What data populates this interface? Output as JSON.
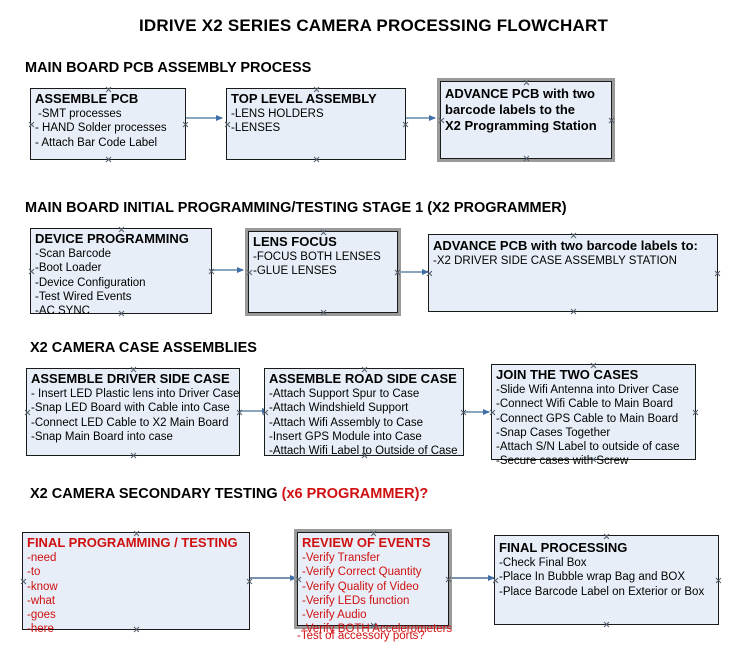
{
  "title": "IDRIVE X2  SERIES CAMERA PROCESSING FLOWCHART",
  "colors": {
    "box_fill": "#e8eef7",
    "box_border": "#1a1a1a",
    "selected_border": "#9a9a9a",
    "connector": "#5f7f9e",
    "accent_red": "#d01010",
    "text": "#000000",
    "background": "#ffffff"
  },
  "sections": [
    {
      "id": "main-board-pcb-assembly-process",
      "heading": "MAIN BOARD PCB ASSEMBLY PROCESS",
      "heading_accent": "",
      "boxes": [
        {
          "id": "assemble-pcb",
          "header": "ASSEMBLE PCB",
          "lines": [
            "-SMT processes",
            "- HAND Solder processes",
            "- Attach Bar Code Label"
          ],
          "color": "black",
          "selected": false
        },
        {
          "id": "top-level-assembly",
          "header": "TOP LEVEL ASSEMBLY",
          "lines": [
            "-LENS HOLDERS",
            "-LENSES"
          ],
          "color": "black",
          "selected": false
        },
        {
          "id": "advance-pcb-to-x2-programming-station",
          "header": "ADVANCE PCB with two",
          "header_lines": [
            "ADVANCE PCB with two",
            "barcode labels to the",
            " X2 Programming Station"
          ],
          "lines": [],
          "color": "black",
          "selected": true
        }
      ]
    },
    {
      "id": "main-board-initial-programming",
      "heading": "MAIN BOARD INITIAL PROGRAMMING/TESTING STAGE 1 (X2 PROGRAMMER)",
      "heading_accent": "",
      "boxes": [
        {
          "id": "device-programming",
          "header": "DEVICE PROGRAMMING",
          "lines": [
            "-Scan Barcode",
            "-Boot Loader",
            "-Device Configuration",
            "-Test Wired Events",
            "-AC SYNC"
          ],
          "color": "black",
          "selected": false
        },
        {
          "id": "lens-focus",
          "header": "LENS FOCUS",
          "lines": [
            "-FOCUS BOTH LENSES",
            "-GLUE LENSES"
          ],
          "color": "black",
          "selected": true
        },
        {
          "id": "advance-pcb-to-driver-side-case-station",
          "header": "ADVANCE PCB with two barcode labels to:",
          "lines": [
            "-X2 DRIVER  SIDE  CASE  ASSEMBLY STATION"
          ],
          "color": "black",
          "selected": false
        }
      ]
    },
    {
      "id": "x2-camera-case-assemblies",
      "heading": "X2 CAMERA CASE ASSEMBLIES",
      "heading_accent": "",
      "boxes": [
        {
          "id": "assemble-driver-side-case",
          "header": "ASSEMBLE DRIVER SIDE CASE",
          "lines": [
            "- Insert LED Plastic lens into Driver Case",
            "-Snap LED Board with Cable into Case",
            "-Connect LED Cable to X2 Main Board",
            "-Snap Main Board into case"
          ],
          "color": "black",
          "selected": false
        },
        {
          "id": "assemble-road-side-case",
          "header": "ASSEMBLE ROAD SIDE CASE",
          "lines": [
            "-Attach Support Spur to Case",
            "-Attach Windshield Support",
            "-Attach Wifi Assembly to Case",
            "-Insert GPS Module into Case",
            "-Attach Wifi Label to Outside of Case"
          ],
          "color": "black",
          "selected": false
        },
        {
          "id": "join-the-two-cases",
          "header": "JOIN THE TWO CASES",
          "lines": [
            "-Slide Wifi Antenna into Driver Case",
            "-Connect Wifi Cable to Main Board",
            "-Connect GPS Cable to Main Board",
            "-Snap Cases Together",
            "-Attach S/N Label to outside of case",
            "-Secure cases with Screw"
          ],
          "color": "black",
          "selected": false
        }
      ]
    },
    {
      "id": "x2-camera-secondary-testing",
      "heading": "X2 CAMERA SECONDARY TESTING ",
      "heading_accent": "(x6 PROGRAMMER)?",
      "boxes": [
        {
          "id": "final-programming-testing",
          "header": "FINAL PROGRAMMING / TESTING",
          "lines": [
            "-need",
            "-to",
            "-know",
            "-what",
            "-goes",
            "-here"
          ],
          "color": "red",
          "selected": false
        },
        {
          "id": "review-of-events",
          "header": "REVIEW OF EVENTS",
          "lines": [
            "-Verify Transfer",
            "-Verify Correct Quantity",
            "-Verify Quality of Video",
            "-Verify LEDs function",
            "-Verify Audio",
            "-Verify BOTH Accelerometers"
          ],
          "overflow_line": "-Test of accessory ports?",
          "color": "red",
          "selected": true
        },
        {
          "id": "final-processing",
          "header": "FINAL PROCESSING",
          "lines": [
            " -Check Final Box",
            "-Place In Bubble wrap Bag and BOX",
            "-Place Barcode Label on Exterior or Box"
          ],
          "color": "black",
          "selected": false
        }
      ]
    }
  ]
}
